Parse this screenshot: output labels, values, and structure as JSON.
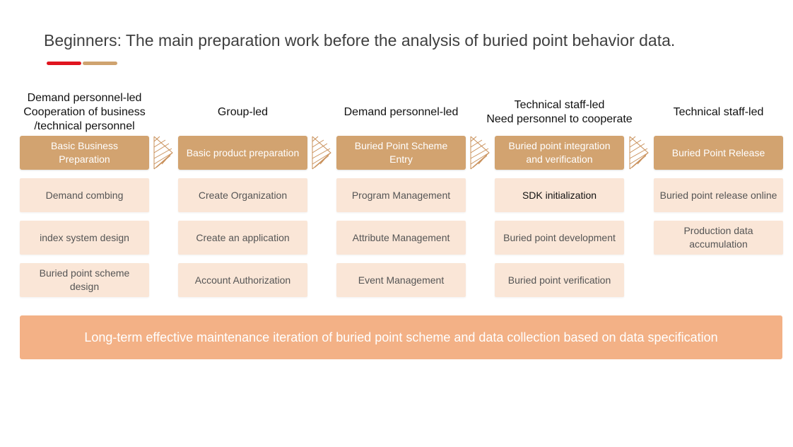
{
  "title": "Beginners: The main preparation work before the analysis of buried point behavior data.",
  "colors": {
    "accent_red": "#e0141e",
    "accent_tan": "#cfa36f",
    "phase": "#d2a370",
    "task": "#fae6d7",
    "footer": "#f3b186"
  },
  "stages": [
    {
      "lead": [
        "Demand personnel-led",
        "Cooperation of business",
        "/technical personnel"
      ],
      "phase": "Basic Business Preparation",
      "tasks": [
        "Demand combing",
        "index system design",
        "Buried point scheme design"
      ]
    },
    {
      "lead": [
        "Group-led"
      ],
      "phase": "Basic product preparation",
      "tasks": [
        "Create Organization",
        "Create an application",
        "Account Authorization"
      ]
    },
    {
      "lead": [
        "Demand personnel-led"
      ],
      "phase": "Buried Point Scheme Entry",
      "tasks": [
        "Program Management",
        "Attribute Management",
        "Event Management"
      ]
    },
    {
      "lead": [
        "Technical staff-led",
        "Need personnel to cooperate"
      ],
      "phase": "Buried point integration and verification",
      "tasks": [
        "SDK initialization",
        "Buried point development",
        "Buried point verification"
      ]
    },
    {
      "lead": [
        "Technical staff-led"
      ],
      "phase": "Buried Point Release",
      "tasks": [
        "Buried point release online",
        "Production data accumulation"
      ]
    }
  ],
  "footer": "Long-term effective maintenance iteration of buried point scheme and data collection based on data specification"
}
